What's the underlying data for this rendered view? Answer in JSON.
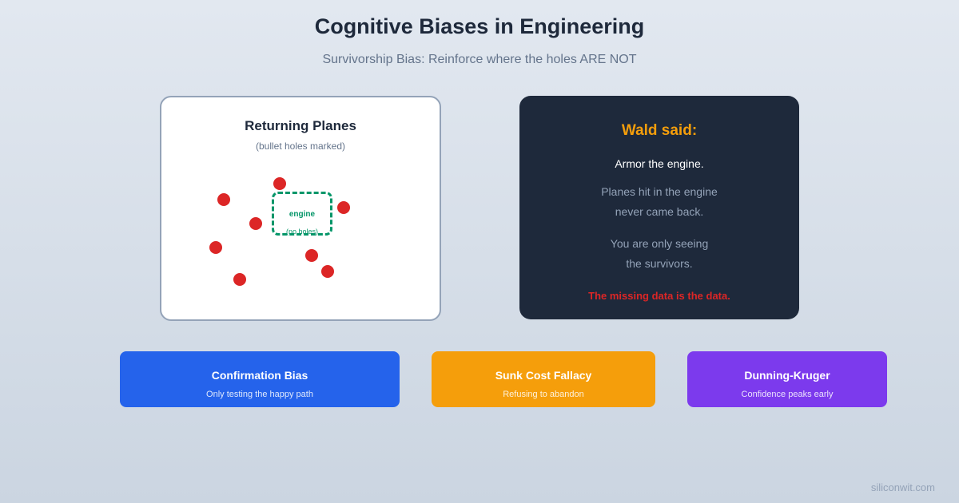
{
  "header": {
    "title": "Cognitive Biases in Engineering",
    "subtitle": "Survivorship Bias: Reinforce where the holes ARE NOT"
  },
  "planes_card": {
    "title": "Returning Planes",
    "note": "(bullet holes marked)",
    "engine_label": "engine",
    "engine_sub": "(no holes)",
    "hole_color": "#dc2626",
    "engine_color": "#059669"
  },
  "wald_card": {
    "title": "Wald said:",
    "line1": "Armor the engine.",
    "line2": "Planes hit in the engine",
    "line3": "never came back.",
    "line4": "You are only seeing",
    "line5": "the survivors.",
    "conclusion": "The missing data is the data.",
    "title_color": "#f59e0b",
    "conclusion_color": "#dc2626"
  },
  "biases": [
    {
      "name": "Confirmation Bias",
      "description": "Only testing the happy path",
      "color": "#2563eb"
    },
    {
      "name": "Sunk Cost Fallacy",
      "description": "Refusing to abandon",
      "color": "#f59e0b"
    },
    {
      "name": "Dunning-Kruger",
      "description": "Confidence peaks early",
      "color": "#7c3aed"
    }
  ],
  "footer": {
    "watermark": "siliconwit.com"
  }
}
